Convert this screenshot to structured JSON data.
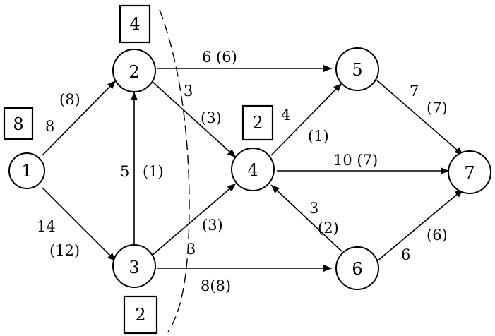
{
  "nodes": [
    {
      "id": "n1",
      "label": "1"
    },
    {
      "id": "n2",
      "label": "2"
    },
    {
      "id": "n3",
      "label": "3"
    },
    {
      "id": "n4",
      "label": "4"
    },
    {
      "id": "n5",
      "label": "5"
    },
    {
      "id": "n6",
      "label": "6"
    },
    {
      "id": "n7",
      "label": "7"
    }
  ],
  "edges": [
    {
      "from": "1",
      "to": "2",
      "capacity": "8",
      "flow": "(8)"
    },
    {
      "from": "1",
      "to": "3",
      "capacity": "14",
      "flow": "(12)"
    },
    {
      "from": "3",
      "to": "2",
      "capacity": "5",
      "flow": "(1)"
    },
    {
      "from": "2",
      "to": "5",
      "label": "6 (6)"
    },
    {
      "from": "2",
      "to": "4",
      "capacity": "3",
      "flow": "(3)"
    },
    {
      "from": "3",
      "to": "4",
      "capacity": "3",
      "flow": "(3)"
    },
    {
      "from": "3",
      "to": "6",
      "label": "8(8)"
    },
    {
      "from": "4",
      "to": "5",
      "capacity": "4",
      "flow": "(1)"
    },
    {
      "from": "4",
      "to": "7",
      "label": "10 (7)"
    },
    {
      "from": "6",
      "to": "4",
      "capacity": "3",
      "flow": "(2)"
    },
    {
      "from": "5",
      "to": "7",
      "capacity": "7",
      "flow": "(7)"
    },
    {
      "from": "6",
      "to": "7",
      "capacity": "6",
      "flow": "(6)"
    }
  ],
  "boxes": [
    {
      "node": "1",
      "value": "8"
    },
    {
      "node": "2",
      "value": "4"
    },
    {
      "node": "4",
      "value": "2"
    },
    {
      "node": "3",
      "value": "2"
    }
  ]
}
